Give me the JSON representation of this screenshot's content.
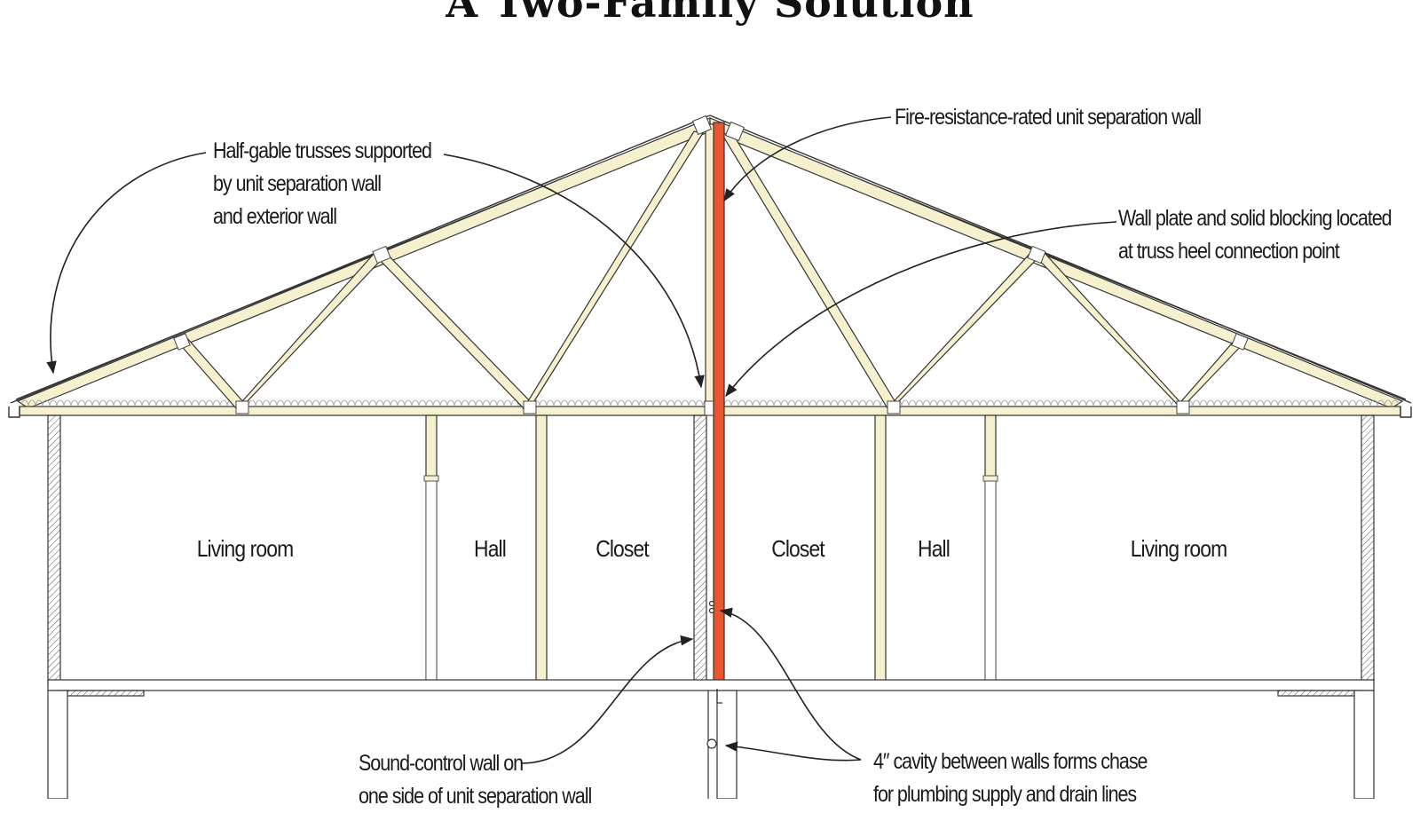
{
  "title": "A Two-Family Solution",
  "rooms": {
    "left_living": "Living room",
    "left_hall": "Hall",
    "left_closet": "Closet",
    "right_closet": "Closet",
    "right_hall": "Hall",
    "right_living": "Living room"
  },
  "callouts": {
    "half_gable": {
      "line1": "Half-gable trusses supported",
      "line2": "by unit separation wall",
      "line3": "and exterior wall"
    },
    "fire_wall": {
      "line1": "Fire-resistance-rated unit separation wall"
    },
    "wall_plate": {
      "line1": "Wall plate and solid blocking located",
      "line2": "at truss heel connection point"
    },
    "sound_wall": {
      "line1": "Sound-control wall on",
      "line2": "one side of unit separation wall"
    },
    "cavity": {
      "line1": "4″ cavity between walls forms chase",
      "line2": "for plumbing supply and drain lines"
    }
  },
  "colors": {
    "truss": "#f7f0cf",
    "fire_wall": "#e8552f",
    "line": "#222222",
    "insulation": "#999999"
  }
}
